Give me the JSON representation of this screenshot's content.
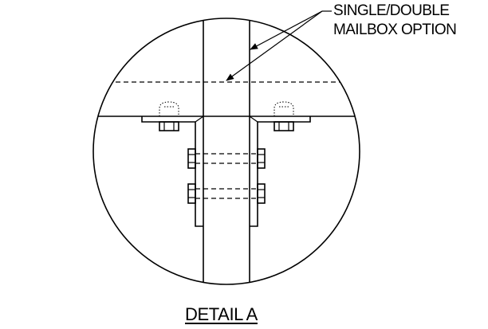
{
  "callout": {
    "line1": "SINGLE/DOUBLE",
    "line2": "MAILBOX OPTION"
  },
  "title": "DETAIL A"
}
